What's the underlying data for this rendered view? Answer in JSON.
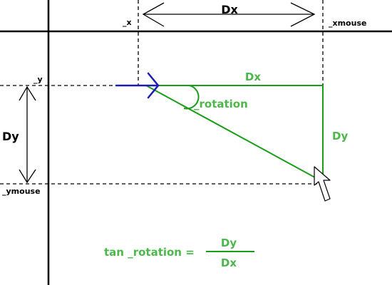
{
  "labels": {
    "x_origin": "_x",
    "x_mouse": "_xmouse",
    "y_origin": "_y",
    "y_mouse": "_ymouse",
    "dx_top": "Dx",
    "dy_left": "Dy",
    "dx_green": "Dx",
    "dy_green": "Dy",
    "rotation": "_rotation"
  },
  "formula": {
    "prefix": "tan _rotation =",
    "numerator": "Dy",
    "denominator": "Dx"
  },
  "colors": {
    "axis": "#000000",
    "guide": "#000000",
    "triangle": "#1a9e1a",
    "green_text": "#4cb84c",
    "arrow_head": "#1c1cb0"
  },
  "icons": {
    "cursor": "mouse-pointer-icon",
    "origin_marker": "blue-arrow-icon"
  }
}
